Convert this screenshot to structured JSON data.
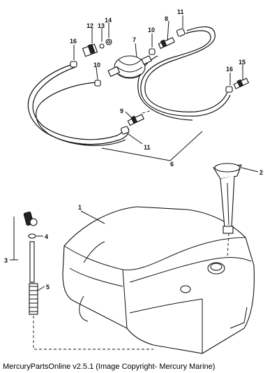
{
  "caption": "MercuryPartsOnline v2.5.1 (Image Copyright- Mercury Marine)",
  "callouts": [
    "1",
    "2",
    "3",
    "4",
    "5",
    "6",
    "7",
    "8",
    "9",
    "10",
    "10",
    "11",
    "11",
    "12",
    "13",
    "14",
    "15",
    "16",
    "16"
  ]
}
